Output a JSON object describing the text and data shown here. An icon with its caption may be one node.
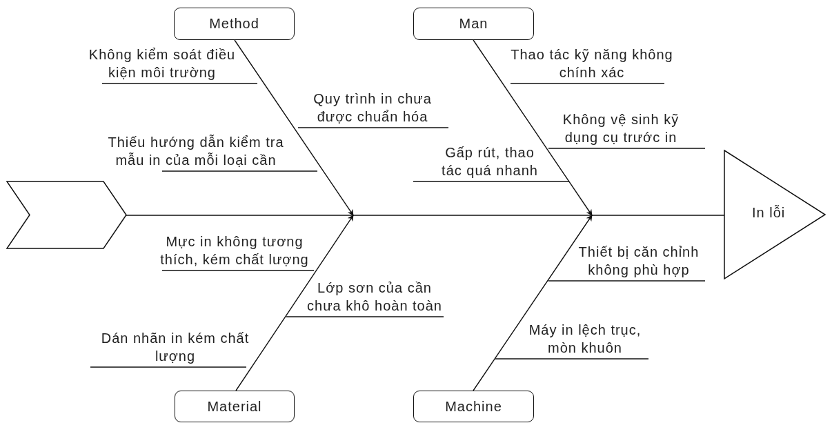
{
  "diagram": {
    "nodes": [
      {
        "text": [
          "Method"
        ]
      },
      {
        "text": [
          "Man"
        ]
      },
      {
        "text": [
          "Không kiểm soát điều kiện môi trường"
        ]
      },
      {
        "text": [
          "Thao tác kỹ năng không chính xác"
        ]
      },
      {
        "text": [
          "Quy trình in chưa được chuẩn hóa"
        ]
      },
      {
        "text": [
          "Không vệ sinh kỹ dụng cụ trước in"
        ]
      },
      {
        "text": [
          "Thiếu hướng dẫn kiểm tra mẫu in của mỗi loại cần"
        ]
      },
      {
        "text": [
          "Gấp rút, thao tác quá nhanh"
        ]
      },
      {
        "text": [],
        "shape": "chevron"
      },
      {
        "text": [
          "In lỗi"
        ]
      },
      {
        "text": [
          "Mực in không tương thích, kém chất lượng"
        ]
      },
      {
        "text": [
          "Thiết bị căn chỉnh không phù hợp"
        ]
      },
      {
        "text": [
          "Lớp sơn của cần chưa khô hoàn toàn"
        ]
      },
      {
        "text": [
          "Máy in lệch trục, mòn khuôn"
        ]
      },
      {
        "text": [
          "Dán nhãn in kém chất lượng"
        ]
      },
      {
        "text": [
          "Material"
        ]
      },
      {
        "text": [
          "Machine"
        ]
      }
    ],
    "edges": [
      {
        "from": 0,
        "to": null,
        "arrow": "to"
      },
      {
        "from": 1,
        "to": null,
        "arrow": "to"
      },
      {
        "from": 15,
        "to": null,
        "arrow": "to"
      },
      {
        "from": 16,
        "to": null,
        "arrow": "to"
      },
      {
        "from": 8,
        "to": 9,
        "arrow": "none"
      },
      {
        "from": 2,
        "to": null,
        "arrow": "none"
      },
      {
        "from": 3,
        "to": null,
        "arrow": "none"
      },
      {
        "from": 4,
        "to": null,
        "arrow": "none"
      },
      {
        "from": 5,
        "to": null,
        "arrow": "none"
      },
      {
        "from": 6,
        "to": null,
        "arrow": "none"
      },
      {
        "from": 7,
        "to": null,
        "arrow": "none"
      },
      {
        "from": 10,
        "to": null,
        "arrow": "none"
      },
      {
        "from": 11,
        "to": null,
        "arrow": "none"
      },
      {
        "from": 12,
        "to": null,
        "arrow": "none"
      },
      {
        "from": 13,
        "to": null,
        "arrow": "none"
      },
      {
        "from": 14,
        "to": null,
        "arrow": "none"
      }
    ]
  }
}
